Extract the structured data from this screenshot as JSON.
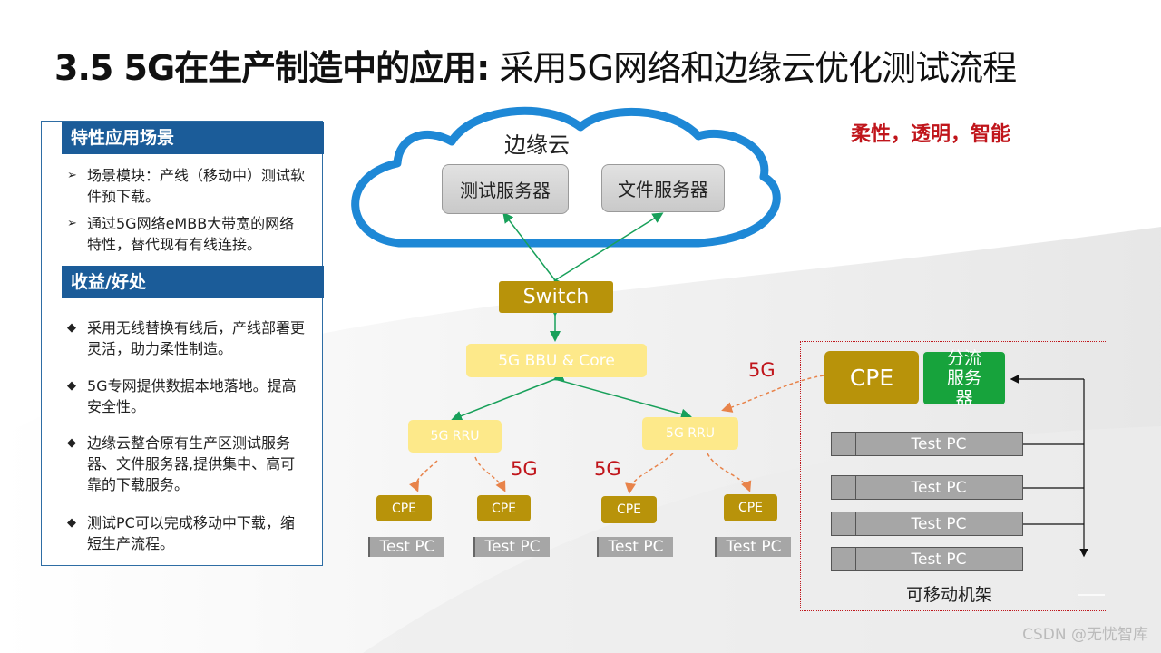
{
  "title": {
    "bold": "3.5 5G在生产制造中的应用:",
    "normal": " 采用5G网络和边缘云优化测试流程"
  },
  "left_panel": {
    "section1_title": "特性应用场景",
    "section1_bullets": [
      "场景模块：产线（移动中）测试软件预下载。",
      "通过5G网络eMBB大带宽的网络特性，替代现有有线连接。"
    ],
    "section2_title": "收益/好处",
    "section2_bullets": [
      "采用无线替换有线后，产线部署更灵活，助力柔性制造。",
      "5G专网提供数据本地落地。提高安全性。",
      "边缘云整合原有生产区测试服务器、文件服务器,提供集中、高可靠的下载服务。",
      "测试PC可以完成移动中下载，缩短生产流程。"
    ]
  },
  "diagram": {
    "cloud_label": "边缘云",
    "test_server": "测试服务器",
    "file_server": "文件服务器",
    "switch": "Switch",
    "bbu": "5G BBU & Core",
    "rru_left": "5G RRU",
    "rru_right": "5G RRU",
    "label_5g_a": "5G",
    "label_5g_b": "5G",
    "label_5g_c": "5G",
    "cpe_small": [
      "CPE",
      "CPE",
      "CPE",
      "CPE"
    ],
    "testpc_small": [
      "Test PC",
      "Test PC",
      "Test PC",
      "Test PC"
    ],
    "slogan": "柔性，透明，智能",
    "rack": {
      "cpe": "CPE",
      "divert_server": "分流服务器",
      "testpcs": [
        "Test PC",
        "Test PC",
        "Test PC",
        "Test PC"
      ],
      "label": "可移动机架"
    }
  },
  "watermark": "CSDN @无忧智库",
  "colors": {
    "header_blue": "#1b5c99",
    "cloud_blue": "#1e88d6",
    "gold": "#b8930a",
    "light_yellow": "#fde98a",
    "green_arrow": "#18a05a",
    "orange_dash": "#e8834a",
    "red": "#c0151b",
    "server_green": "#17a33c"
  }
}
